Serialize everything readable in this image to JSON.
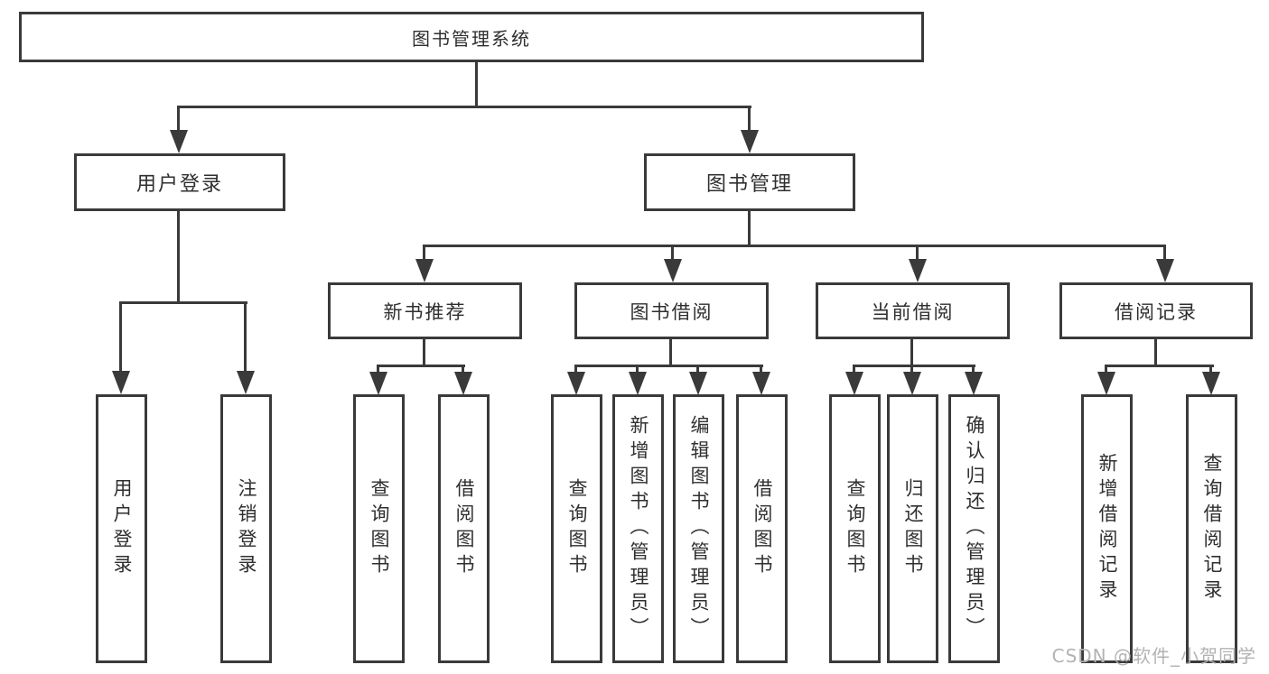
{
  "diagram": {
    "root": {
      "label": "图书管理系统"
    },
    "user_login": {
      "label": "用户登录",
      "children": [
        {
          "label": "用户登录"
        },
        {
          "label": "注销登录"
        }
      ]
    },
    "book_management": {
      "label": "图书管理",
      "sections": [
        {
          "label": "新书推荐",
          "children": [
            {
              "label": "查询图书"
            },
            {
              "label": "借阅图书"
            }
          ]
        },
        {
          "label": "图书借阅",
          "children": [
            {
              "label": "查询图书"
            },
            {
              "label": "新增图书（管理员）"
            },
            {
              "label": "编辑图书（管理员）"
            },
            {
              "label": "借阅图书"
            }
          ]
        },
        {
          "label": "当前借阅",
          "children": [
            {
              "label": "查询图书"
            },
            {
              "label": "归还图书"
            },
            {
              "label": "确认归还（管理员）"
            }
          ]
        },
        {
          "label": "借阅记录",
          "children": [
            {
              "label": "新增借阅记录"
            },
            {
              "label": "查询借阅记录"
            }
          ]
        }
      ]
    }
  },
  "watermark": {
    "text": "CSDN @软件_小贺同学"
  },
  "colors": {
    "line": "#3a3a3a",
    "text": "#2f2f2f",
    "watermark": "#b3b3b3",
    "background": "#ffffff"
  }
}
